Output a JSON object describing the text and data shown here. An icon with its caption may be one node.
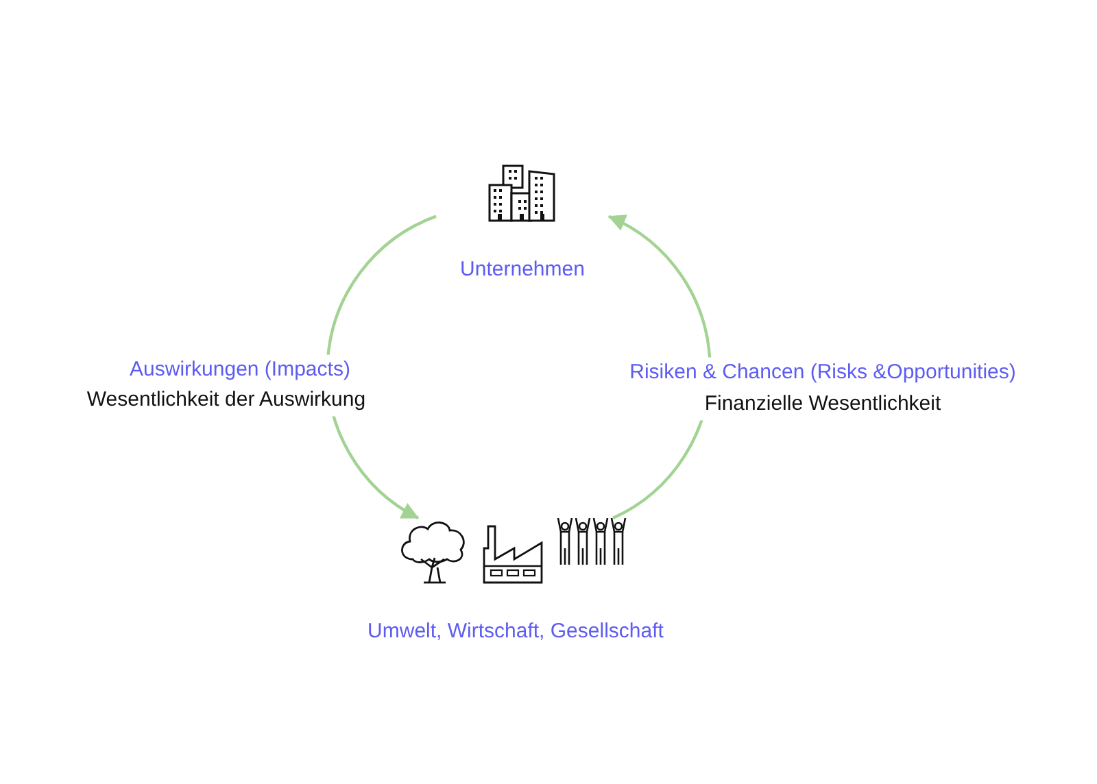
{
  "diagram": {
    "nodes": [
      {
        "text": [
          "Unternehmen"
        ]
      },
      {
        "text": [
          "Umwelt, Wirtschaft, Gesellschaft"
        ]
      }
    ],
    "edges": [
      {
        "from": 0,
        "to": 1,
        "arrow": "to",
        "label": "Auswirkungen (Impacts)"
      },
      {
        "from": 1,
        "to": 0,
        "arrow": "to",
        "label": "Risiken & Chancen (Risks &Opportunities)"
      }
    ],
    "labels": [
      "Wesentlichkeit der Auswirkung",
      "Finanzielle Wesentlichkeit"
    ]
  }
}
